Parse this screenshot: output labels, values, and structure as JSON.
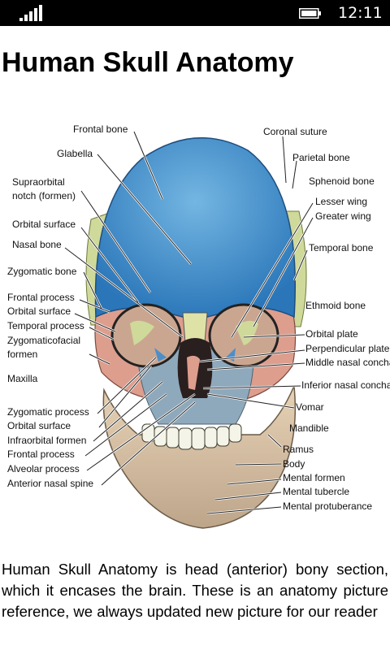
{
  "status_bar": {
    "time": "12:11",
    "signal_icon": "signal-bars-icon",
    "battery_icon": "battery-icon"
  },
  "page": {
    "title": "Human Skull Anatomy",
    "description": "Human Skull Anatomy is head (anterior) bony section, which it encases the brain. These is an anatomy picture reference, we always updated new picture for our reader"
  },
  "figure": {
    "labels_left": [
      "Frontal bone",
      "Glabella",
      "Supraorbital",
      "notch (formen)",
      "Orbital surface",
      "Nasal bone",
      "Zygomatic bone",
      "Frontal process",
      "Orbital surface",
      "Temporal process",
      "Zygomaticofacial",
      "formen",
      "Maxilla",
      "Zygomatic process",
      "Orbital surface",
      "Infraorbital formen",
      "Frontal process",
      "Alveolar process",
      "Anterior nasal spine"
    ],
    "labels_right": [
      "Coronal suture",
      "Parietal bone",
      "Sphenoid bone",
      "Lesser wing",
      "Greater wing",
      "Temporal bone",
      "Ethmoid bone",
      "Orbital plate",
      "Perpendicular plate",
      "Middle nasal concha",
      "Inferior nasal concha",
      "Vomar",
      "Mandible",
      "Ramus",
      "Body",
      "Mental formen",
      "Mental tubercle",
      "Mental protuberance"
    ]
  }
}
